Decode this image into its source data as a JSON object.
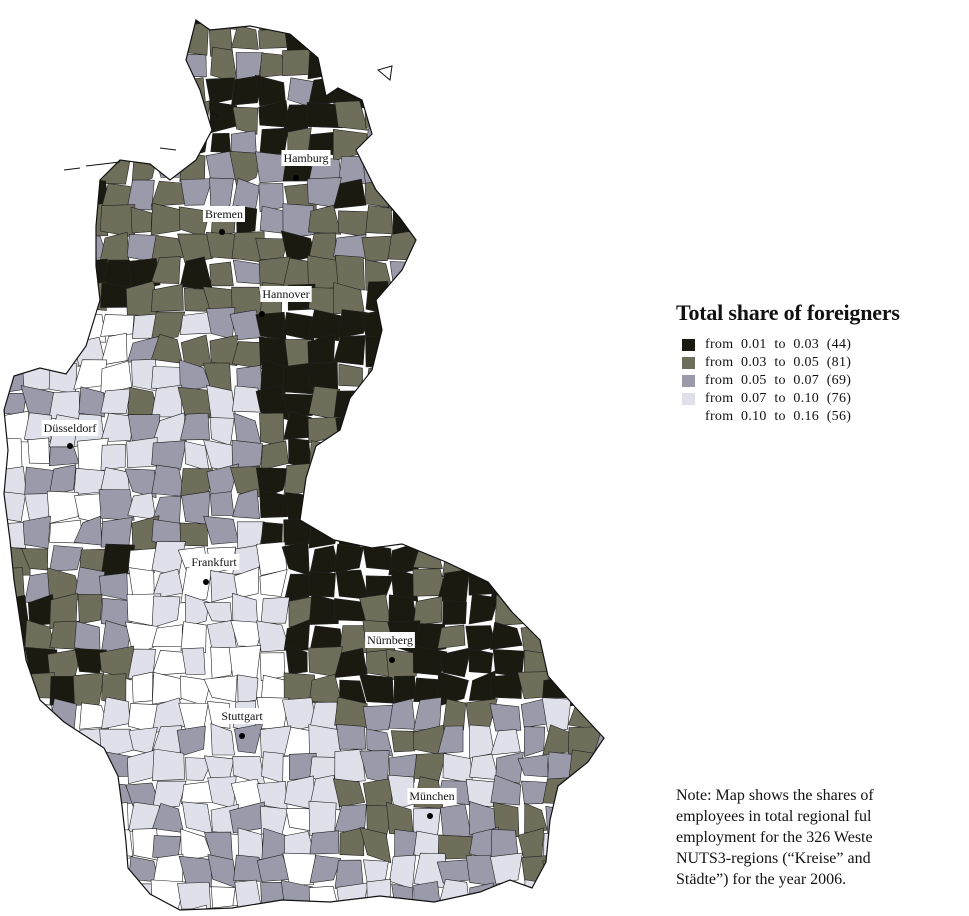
{
  "legend": {
    "title": "Total share of foreigners",
    "items": [
      {
        "label": "from  0.01  to  0.03  (44)",
        "color": "#1a1a10"
      },
      {
        "label": "from  0.03  to  0.05  (81)",
        "color": "#6e6e5a"
      },
      {
        "label": "from  0.05  to  0.07  (69)",
        "color": "#9a9aaa"
      },
      {
        "label": "from  0.07  to  0.10  (76)",
        "color": "#dfe0ea"
      },
      {
        "label": "from  0.10  to  0.16  (56)",
        "color": "#ffffff"
      }
    ]
  },
  "note": {
    "lines": [
      "Note: Map shows the shares of",
      "employees in total regional ful",
      "employment for the 326 Weste",
      "NUTS3-regions (“Kreise” and",
      "Städte”) for the year 2006."
    ]
  },
  "cities": [
    {
      "name": "Hamburg"
    },
    {
      "name": "Bremen"
    },
    {
      "name": "Hannover"
    },
    {
      "name": "Düsseldorf"
    },
    {
      "name": "Frankfurt"
    },
    {
      "name": "Nürnberg"
    },
    {
      "name": "Stuttgart"
    },
    {
      "name": "München"
    }
  ]
}
